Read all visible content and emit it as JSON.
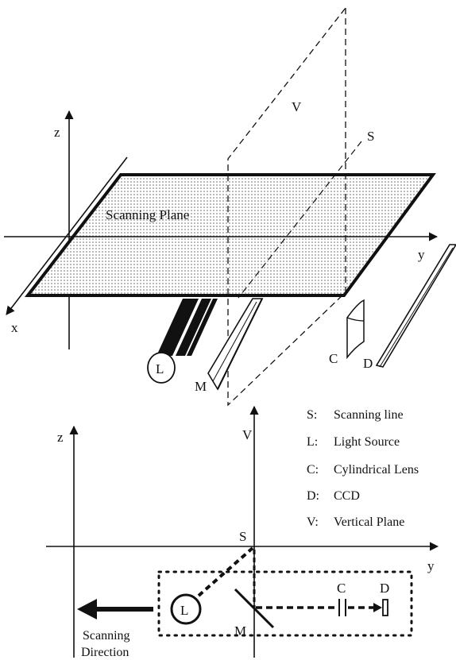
{
  "top_diagram": {
    "axes": {
      "x": "x",
      "y": "y",
      "z": "z"
    },
    "plane_label": "Scanning Plane",
    "labels": {
      "vertical_plane": "V",
      "scanning_line": "S",
      "light_source": "L",
      "mirror": "M",
      "lens": "C",
      "ccd": "D"
    }
  },
  "bottom_diagram": {
    "axes": {
      "y": "y",
      "z": "z",
      "v": "V"
    },
    "labels": {
      "scanning_line": "S",
      "light_source": "L",
      "mirror": "M",
      "lens": "C",
      "ccd": "D"
    },
    "direction_line1": "Scanning",
    "direction_line2": "Direction"
  },
  "legend": [
    {
      "key": "S:",
      "text": "Scanning line"
    },
    {
      "key": "L:",
      "text": "Light Source"
    },
    {
      "key": "C:",
      "text": "Cylindrical Lens"
    },
    {
      "key": "D:",
      "text": "CCD"
    },
    {
      "key": "V:",
      "text": "Vertical Plane"
    }
  ]
}
